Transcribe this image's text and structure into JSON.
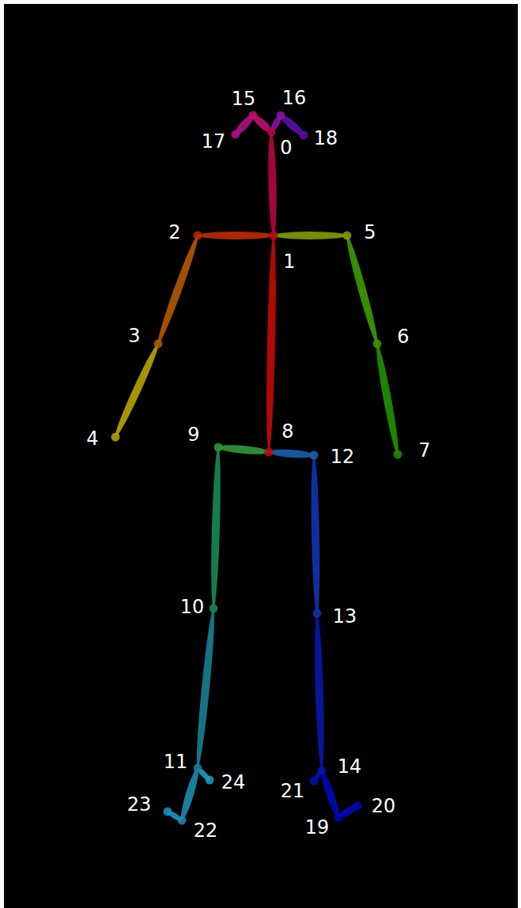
{
  "diagram": {
    "labels": [
      "15",
      "16",
      "17",
      "0",
      "18",
      "2",
      "5",
      "1",
      "3",
      "6",
      "8",
      "9",
      "4",
      "7",
      "12",
      "10",
      "13",
      "11",
      "14",
      "24",
      "21",
      "20",
      "23",
      "19",
      "22"
    ]
  }
}
